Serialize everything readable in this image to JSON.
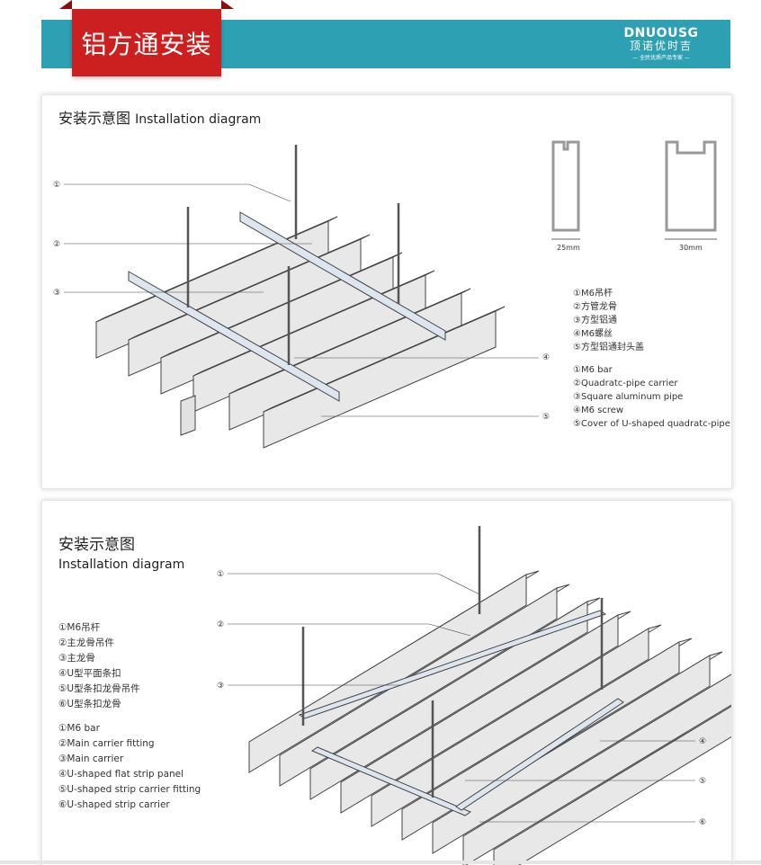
{
  "header": {
    "title": "铝方通安装",
    "brand_name": "DNUOUSG",
    "brand_cn": "顶诺优时吉",
    "brand_slogan": "— 全民优质产品专家 —"
  },
  "diagram1": {
    "title_cn": "安装示意图",
    "title_en": "Installation diagram",
    "callouts": [
      "①",
      "②",
      "③",
      "④",
      "⑤"
    ],
    "profile_widths": [
      "25mm",
      "30mm"
    ],
    "legend_cn": [
      "①M6吊杆",
      "②方管龙骨",
      "③方型铝通",
      "④M6螺丝",
      "⑤方型铝通封头盖"
    ],
    "legend_en": [
      "①M6  bar",
      "②Quadratc-pipe carrier",
      "③Square aluminum pipe",
      "④M6 screw",
      "⑤Cover of U-shaped  quadratc-pipe"
    ]
  },
  "diagram2": {
    "title_cn": "安装示意图",
    "title_en": "Installation diagram",
    "callouts": [
      "①",
      "②",
      "③",
      "④",
      "⑤",
      "⑥"
    ],
    "legend_cn": [
      "①M6吊杆",
      "②主龙骨吊件",
      "③主龙骨",
      "④U型平面条扣",
      "⑤U型条扣龙骨吊件",
      "⑥U型条扣龙骨"
    ],
    "legend_en": [
      "①M6 bar",
      "②Main carrier fitting",
      "③Main carrier",
      "④U-shaped flat strip panel",
      "⑤U-shaped strip carrier fitting",
      "⑥U-shaped strip carrier"
    ]
  },
  "colors": {
    "banner": "#2ea0b4",
    "tag": "#cc1f1f",
    "strip": "#e8e8e8",
    "line": "#444444",
    "carrier": "#dde6ee"
  }
}
